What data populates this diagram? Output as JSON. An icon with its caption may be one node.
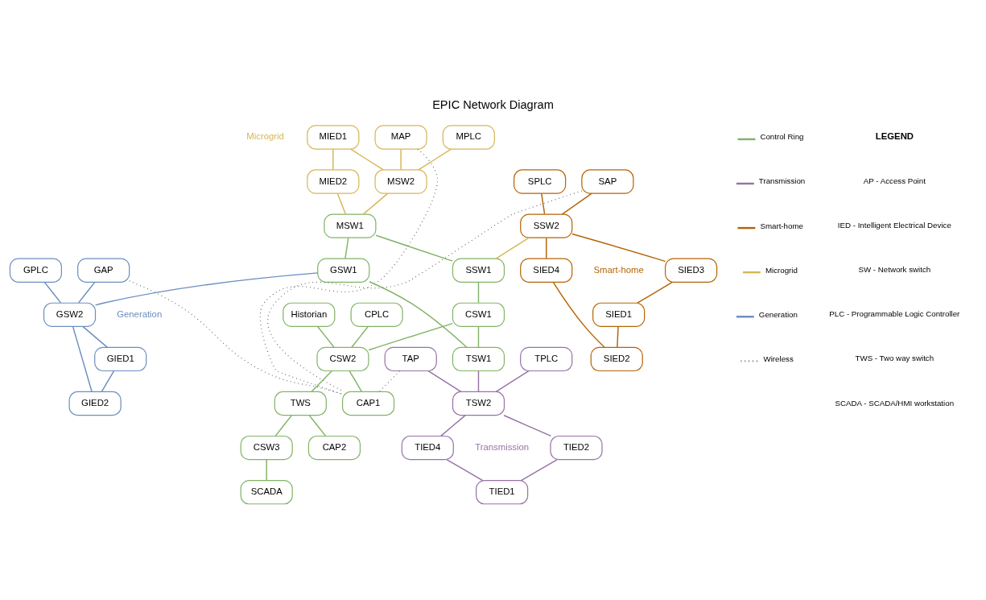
{
  "diagram": {
    "title": "EPIC Network Diagram",
    "nodes": [
      {
        "text": [
          "MAP"
        ]
      },
      {
        "text": [
          "MPLC"
        ]
      },
      {
        "text": [
          "MIED1"
        ]
      },
      {
        "text": [
          "MSW2"
        ]
      },
      {
        "text": [
          "MSW1"
        ]
      },
      {
        "text": [
          "MIED2"
        ]
      },
      {
        "text": [
          "GAP"
        ]
      },
      {
        "text": [
          "GPLC"
        ]
      },
      {
        "text": [
          "GSW1"
        ]
      },
      {
        "text": [
          "GSW2"
        ]
      },
      {
        "text": [
          "GIED1"
        ]
      },
      {
        "text": [
          "GIED2"
        ]
      },
      {
        "text": [
          "SAP"
        ]
      },
      {
        "text": [
          "SPLC"
        ]
      },
      {
        "text": [
          "SSW2"
        ]
      },
      {
        "text": [
          "SSW1"
        ]
      },
      {
        "text": [
          "CSW1"
        ]
      },
      {
        "text": [
          "TSW1"
        ]
      },
      {
        "text": [
          "SIED3"
        ]
      },
      {
        "text": [
          "SIED4"
        ]
      },
      {
        "text": [
          "SIED1"
        ]
      },
      {
        "text": [
          "SIED2"
        ]
      },
      {
        "text": [
          "TAP"
        ]
      },
      {
        "text": [
          "TPLC"
        ]
      },
      {
        "text": [
          "TSW2"
        ]
      },
      {
        "text": [
          "TIED4"
        ]
      },
      {
        "text": [
          "TIED2"
        ]
      },
      {
        "text": [
          "TIED1"
        ]
      },
      {
        "text": [
          "CPLC"
        ]
      },
      {
        "text": [
          "CSW2"
        ]
      },
      {
        "text": [
          "CAP1"
        ]
      },
      {
        "text": [
          "Historian"
        ]
      },
      {
        "text": [
          "TWS"
        ]
      },
      {
        "text": [
          "CAP2"
        ]
      },
      {
        "text": [
          "CSW3"
        ]
      },
      {
        "text": [
          "SCADA"
        ]
      }
    ],
    "edges": [
      {
        "from": 0,
        "to": 3,
        "arrow": "none",
        "color": "#d6b656"
      },
      {
        "from": 1,
        "to": 3,
        "arrow": "none",
        "color": "#d6b656"
      },
      {
        "from": 2,
        "to": 3,
        "arrow": "none",
        "color": "#d6b656"
      },
      {
        "from": 3,
        "to": 4,
        "arrow": "none",
        "color": "#d6b656"
      },
      {
        "from": 2,
        "to": 5,
        "arrow": "none",
        "color": "#d6b656"
      },
      {
        "from": 5,
        "to": 4,
        "arrow": "none",
        "color": "#d6b656"
      },
      {
        "from": 4,
        "to": 8,
        "arrow": "none"
      },
      {
        "from": 6,
        "to": 9,
        "arrow": "none",
        "color": "#6c8ebf"
      },
      {
        "from": 7,
        "to": 9,
        "arrow": "none",
        "color": "#6c8ebf"
      },
      {
        "from": 8,
        "to": 9,
        "arrow": "none",
        "color": "#6c8ebf"
      },
      {
        "from": 9,
        "to": 10,
        "arrow": "none",
        "color": "#6c8ebf"
      },
      {
        "from": 10,
        "to": 11,
        "arrow": "none",
        "color": "#6c8ebf"
      },
      {
        "from": 9,
        "to": 11,
        "arrow": "none",
        "color": "#6c8ebf"
      },
      {
        "from": 4,
        "to": 15,
        "arrow": "none"
      },
      {
        "from": 8,
        "to": 17,
        "arrow": "none"
      },
      {
        "from": 12,
        "to": 14,
        "arrow": "none",
        "color": "#b46504"
      },
      {
        "from": 13,
        "to": 14,
        "arrow": "none",
        "color": "#b46504"
      },
      {
        "from": 14,
        "to": 15,
        "arrow": "none",
        "color": "#d6b656"
      },
      {
        "from": 15,
        "to": 16,
        "arrow": "none"
      },
      {
        "from": 16,
        "to": 17,
        "arrow": "none"
      },
      {
        "from": 14,
        "to": 18,
        "arrow": "none",
        "color": "#b46504"
      },
      {
        "from": 14,
        "to": 19,
        "arrow": "none",
        "color": "#b46504"
      },
      {
        "from": 18,
        "to": 20,
        "arrow": "none",
        "color": "#b46504"
      },
      {
        "from": 19,
        "to": 21,
        "arrow": "none",
        "color": "#b46504"
      },
      {
        "from": 20,
        "to": 21,
        "arrow": "none",
        "color": "#b46504"
      },
      {
        "from": 22,
        "to": 24,
        "arrow": "none",
        "color": "#9673a6"
      },
      {
        "from": 23,
        "to": 24,
        "arrow": "none",
        "color": "#9673a6"
      },
      {
        "from": 17,
        "to": 24,
        "arrow": "none",
        "color": "#9673a6"
      },
      {
        "from": 24,
        "to": 25,
        "arrow": "none",
        "color": "#9673a6"
      },
      {
        "from": 24,
        "to": 26,
        "arrow": "none",
        "color": "#9673a6"
      },
      {
        "from": 25,
        "to": 27,
        "arrow": "none",
        "color": "#9673a6"
      },
      {
        "from": 26,
        "to": 27,
        "arrow": "none",
        "color": "#9673a6"
      },
      {
        "from": 16,
        "to": 29,
        "arrow": "none"
      },
      {
        "from": 28,
        "to": 29,
        "arrow": "none"
      },
      {
        "from": 31,
        "to": 29,
        "arrow": "none"
      },
      {
        "from": 29,
        "to": 30,
        "arrow": "none"
      },
      {
        "from": 29,
        "to": 32,
        "arrow": "none"
      },
      {
        "from": 32,
        "to": 33,
        "arrow": "none"
      },
      {
        "from": 32,
        "to": 34,
        "arrow": "none"
      },
      {
        "from": 34,
        "to": 35,
        "arrow": "none"
      },
      {
        "from": 0,
        "to": 30,
        "arrow": "none",
        "style": "dashed",
        "color": "#555555"
      },
      {
        "from": 6,
        "to": 30,
        "arrow": "none",
        "style": "dashed",
        "color": "#555555"
      },
      {
        "from": 12,
        "to": 30,
        "arrow": "none",
        "style": "dashed",
        "color": "#555555"
      },
      {
        "from": 22,
        "to": 30,
        "arrow": "none",
        "style": "dashed",
        "color": "#555555"
      }
    ],
    "labels": [
      "Microgrid",
      "Generation",
      "Smart-home",
      "Transmission",
      "LEGEND",
      "AP - Access Point",
      "IED - Intelligent Electrical Device",
      "SW - Network switch",
      "PLC - Programmable Logic Controller",
      "TWS - Two way switch",
      "SCADA - SCADA/HMI workstation"
    ],
    "legend": [
      {
        "text": "Control Ring"
      },
      {
        "text": "Transmission"
      },
      {
        "text": "Smart-home"
      },
      {
        "text": "Microgrid"
      },
      {
        "text": "Generation"
      },
      {
        "text": "Wireless"
      }
    ]
  }
}
